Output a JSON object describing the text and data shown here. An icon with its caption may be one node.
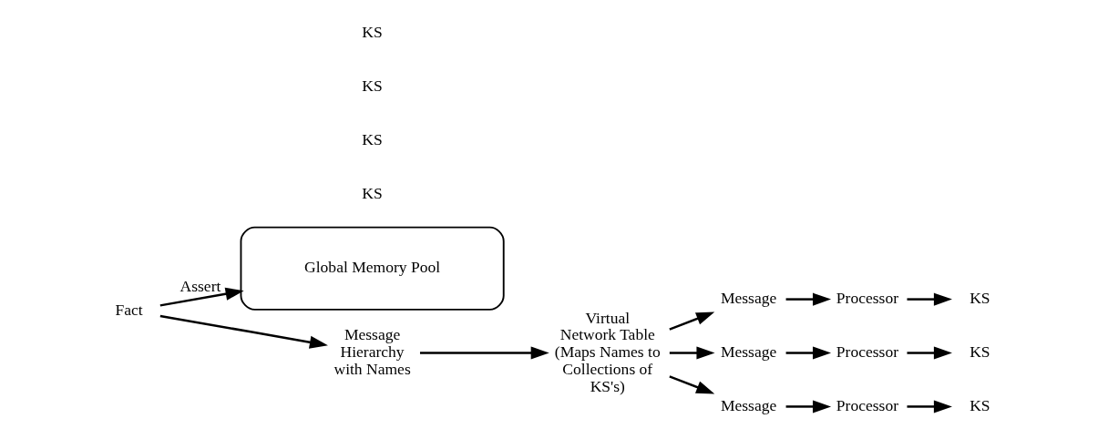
{
  "diagram": {
    "nodes": [
      {
        "text": [
          "Fact"
        ]
      },
      {
        "text": [
          "Global Memory Pool"
        ]
      },
      {
        "text": [
          "Message Hierarchy with Names"
        ]
      },
      {
        "text": [
          "Virtual Network Table (Maps Names to Collections of KS's)"
        ]
      },
      {
        "text": [
          "Message"
        ]
      },
      {
        "text": [
          "Processor"
        ]
      },
      {
        "text": [
          "KS"
        ]
      },
      {
        "text": [
          "Message"
        ]
      },
      {
        "text": [
          "Processor"
        ]
      },
      {
        "text": [
          "KS"
        ]
      },
      {
        "text": [
          "Message"
        ]
      },
      {
        "text": [
          "Processor"
        ]
      },
      {
        "text": [
          "KS"
        ]
      }
    ],
    "edges": [
      {
        "from": 0,
        "to": 1,
        "arrow": "to",
        "label": "Assert"
      },
      {
        "from": 0,
        "to": 2,
        "arrow": "to"
      },
      {
        "from": 2,
        "to": 3,
        "arrow": "to"
      },
      {
        "from": 3,
        "to": 4,
        "arrow": "to"
      },
      {
        "from": 3,
        "to": 7,
        "arrow": "to"
      },
      {
        "from": 3,
        "to": 10,
        "arrow": "to"
      },
      {
        "from": 4,
        "to": 5,
        "arrow": "to"
      },
      {
        "from": 5,
        "to": 6,
        "arrow": "to"
      },
      {
        "from": 7,
        "to": 8,
        "arrow": "to"
      },
      {
        "from": 8,
        "to": 9,
        "arrow": "to"
      },
      {
        "from": 10,
        "to": 11,
        "arrow": "to"
      },
      {
        "from": 11,
        "to": 12,
        "arrow": "to"
      }
    ],
    "labels": [
      "KS",
      "KS",
      "KS",
      "KS"
    ]
  }
}
